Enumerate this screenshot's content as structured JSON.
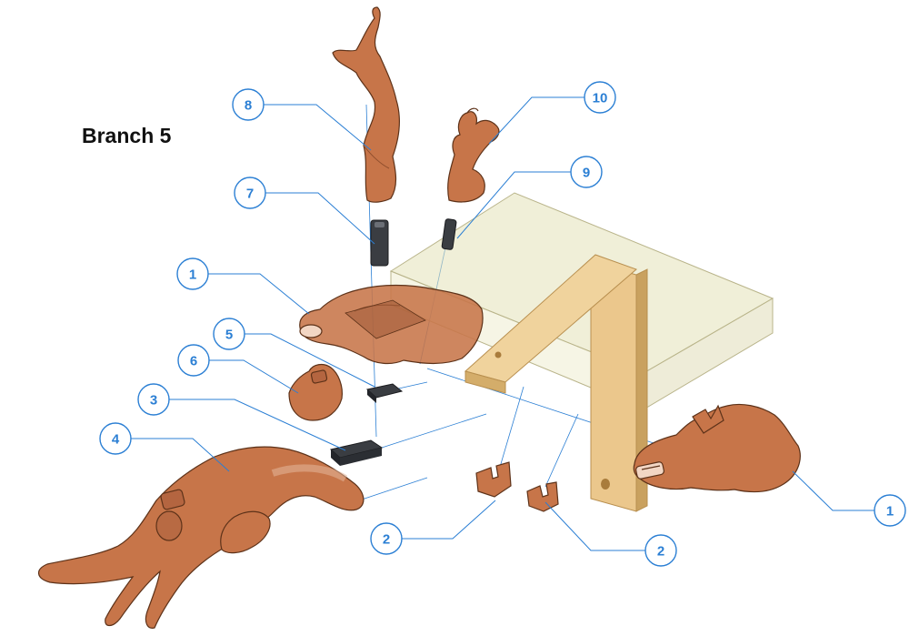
{
  "diagram": {
    "title": "Branch 5",
    "colors": {
      "callout": "#2b7fd4",
      "driftwood": "#c77549",
      "driftwood_dark": "#8e4d2c",
      "wood": "#e8c48a",
      "wood_dark": "#c9a15f",
      "glass": "#e4e1b8",
      "connector": "#3a3d42"
    },
    "callouts": [
      {
        "id": "callout-8",
        "number": "8"
      },
      {
        "id": "callout-10",
        "number": "10"
      },
      {
        "id": "callout-7",
        "number": "7"
      },
      {
        "id": "callout-9",
        "number": "9"
      },
      {
        "id": "callout-1-left",
        "number": "1"
      },
      {
        "id": "callout-5",
        "number": "5"
      },
      {
        "id": "callout-6",
        "number": "6"
      },
      {
        "id": "callout-3",
        "number": "3"
      },
      {
        "id": "callout-4",
        "number": "4"
      },
      {
        "id": "callout-2-left",
        "number": "2"
      },
      {
        "id": "callout-2-right",
        "number": "2"
      },
      {
        "id": "callout-1-right",
        "number": "1"
      }
    ]
  }
}
